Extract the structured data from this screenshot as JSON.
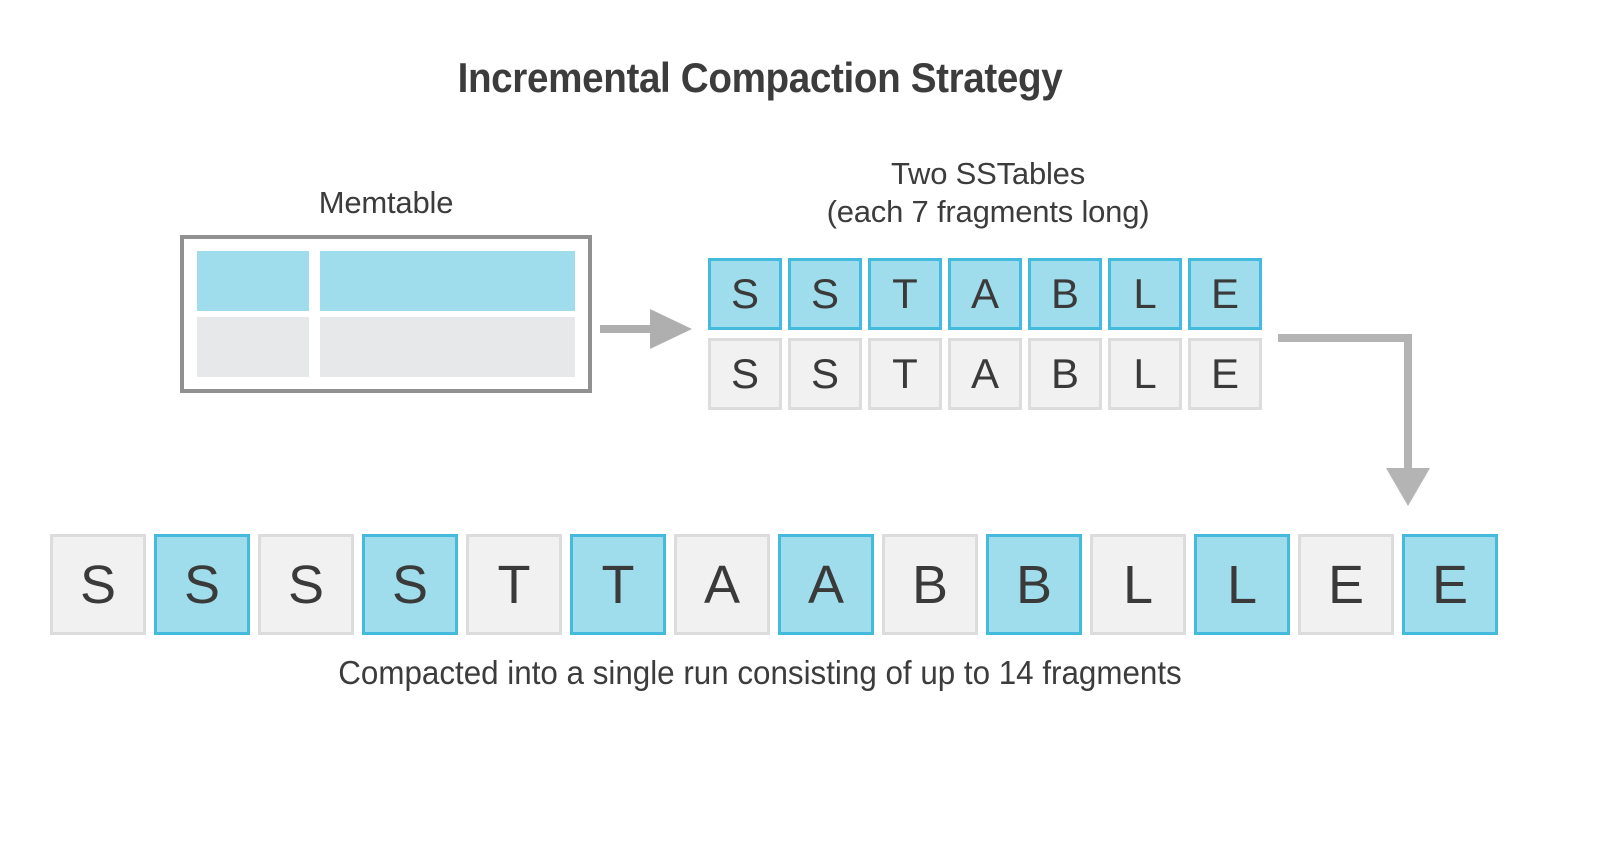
{
  "title": "Incremental Compaction Strategy",
  "memtable": {
    "label": "Memtable",
    "rows": [
      {
        "state": "active",
        "cells": [
          "",
          ""
        ]
      },
      {
        "state": "inactive",
        "cells": [
          "",
          ""
        ]
      }
    ]
  },
  "flow_arrow": {
    "name": "memtable-to-sstables-arrow",
    "color": "#AFAFAF"
  },
  "sstables": {
    "label_line1": "Two SSTables",
    "label_line2": "(each 7 fragments long)",
    "fragment_count_each": 7,
    "rows": [
      {
        "highlight": "blue",
        "letters": [
          "S",
          "S",
          "T",
          "A",
          "B",
          "L",
          "E"
        ]
      },
      {
        "highlight": "gray",
        "letters": [
          "S",
          "S",
          "T",
          "A",
          "B",
          "L",
          "E"
        ]
      }
    ]
  },
  "elbow_connector": {
    "name": "sstables-to-compacted-connector",
    "color": "#B4B4B4"
  },
  "compacted": {
    "caption": "Compacted into a single run consisting of up to 14 fragments",
    "fragment_count": 14,
    "cells": [
      {
        "letter": "S",
        "highlight": "gray"
      },
      {
        "letter": "S",
        "highlight": "blue"
      },
      {
        "letter": "S",
        "highlight": "gray"
      },
      {
        "letter": "S",
        "highlight": "blue"
      },
      {
        "letter": "T",
        "highlight": "gray"
      },
      {
        "letter": "T",
        "highlight": "blue"
      },
      {
        "letter": "A",
        "highlight": "gray"
      },
      {
        "letter": "A",
        "highlight": "blue"
      },
      {
        "letter": "B",
        "highlight": "gray"
      },
      {
        "letter": "B",
        "highlight": "blue"
      },
      {
        "letter": "L",
        "highlight": "gray"
      },
      {
        "letter": "L",
        "highlight": "blue"
      },
      {
        "letter": "E",
        "highlight": "gray"
      },
      {
        "letter": "E",
        "highlight": "blue"
      }
    ]
  },
  "colors": {
    "blue_fill": "#9FDCEC",
    "blue_border": "#44BBDD",
    "gray_fill": "#F0F1F0",
    "gray_border": "#DCDCDC",
    "memtable_border": "#919191",
    "memtable_inactive": "#E7E8E9",
    "arrow": "#AFAFAF",
    "text": "#3a3a3a",
    "background": "#FFFFFF"
  }
}
